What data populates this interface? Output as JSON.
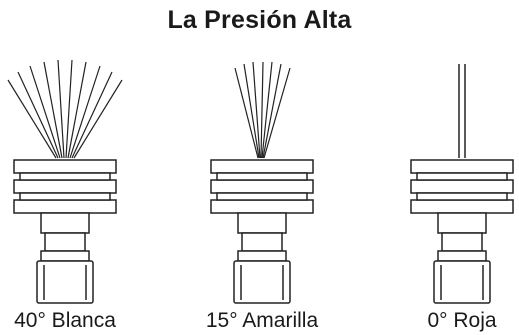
{
  "title": "La Presión Alta",
  "nozzles": [
    {
      "label": "40° Blanca",
      "spray_angle_deg": 40
    },
    {
      "label": "15° Amarilla",
      "spray_angle_deg": 15
    },
    {
      "label": "0° Roja",
      "spray_angle_deg": 0
    }
  ]
}
